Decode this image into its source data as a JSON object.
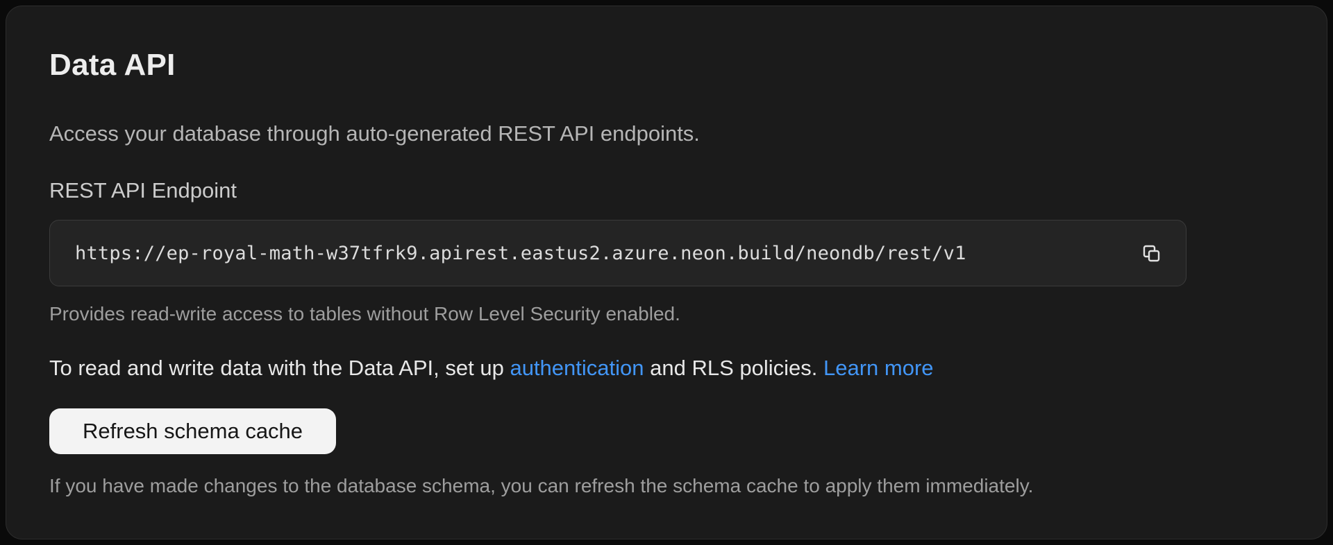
{
  "panel": {
    "title": "Data API",
    "subtitle": "Access your database through auto-generated REST API endpoints."
  },
  "endpoint": {
    "label": "REST API Endpoint",
    "url": "https://ep-royal-math-w37tfrk9.apirest.eastus2.azure.neon.build/neondb/rest/v1",
    "copy_icon": "copy-icon",
    "helper": "Provides read-write access to tables without Row Level Security enabled."
  },
  "info": {
    "text_before": "To read and write data with the Data API, set up ",
    "auth_link": "authentication",
    "text_middle": " and RLS policies. ",
    "learn_more_link": "Learn more"
  },
  "schema_cache": {
    "button_label": "Refresh schema cache",
    "helper": "If you have made changes to the database schema, you can refresh the schema cache to apply them immediately."
  },
  "colors": {
    "page_bg": "#0a0a0a",
    "card_bg": "#1b1b1b",
    "card_border": "#2d2d2d",
    "input_bg": "#242424",
    "input_border": "#3b3b3b",
    "link": "#4296f7",
    "button_bg": "#f3f3f3",
    "button_text": "#161616"
  }
}
